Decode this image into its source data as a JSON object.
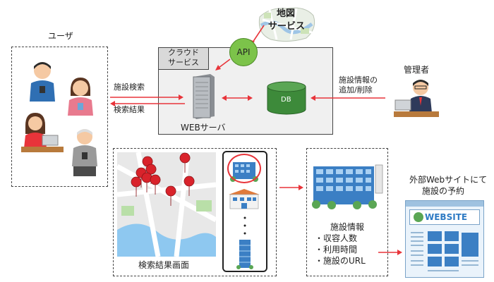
{
  "map_service": {
    "line1": "地図",
    "line2": "サービス"
  },
  "api_label": "API",
  "cloud": {
    "line1": "クラウド",
    "line2": "サービス"
  },
  "users_title": "ユーザ",
  "admin_title": "管理者",
  "web_server_label": "WEBサーバ",
  "db_label": "DB",
  "arrows": {
    "facility_search": "施設検索",
    "search_results": "検索結果",
    "admin_line1": "施設情報の",
    "admin_line2": "追加/削除"
  },
  "search_screen_label": "検索結果画面",
  "facility_info": {
    "title": "施設情報",
    "items": [
      "・収容人数",
      "・利用時間",
      "・施設のURL"
    ]
  },
  "booking": {
    "line1": "外部Webサイトにて",
    "line2": "施設の予約"
  },
  "website_logo": "WEBSITE",
  "colors": {
    "red_arrow": "#e8343a",
    "db_green": "#3d8a3a",
    "api_green": "#7cc34a",
    "building_blue": "#3b7fc4"
  }
}
